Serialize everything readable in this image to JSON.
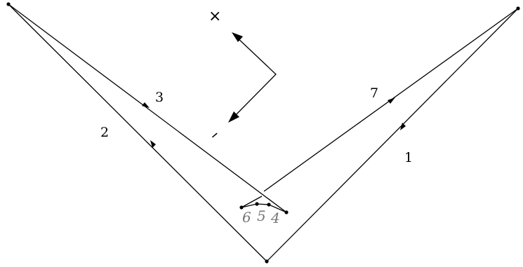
{
  "segment_labels": [
    "1",
    "2",
    "3",
    "7"
  ],
  "vertex_labels": [
    "6",
    "5",
    "4"
  ],
  "symbols": {
    "cross": "×",
    "dash": "–"
  },
  "colors": {
    "stroke": "#000000",
    "vertex_label": "#777777",
    "background": "#ffffff"
  }
}
